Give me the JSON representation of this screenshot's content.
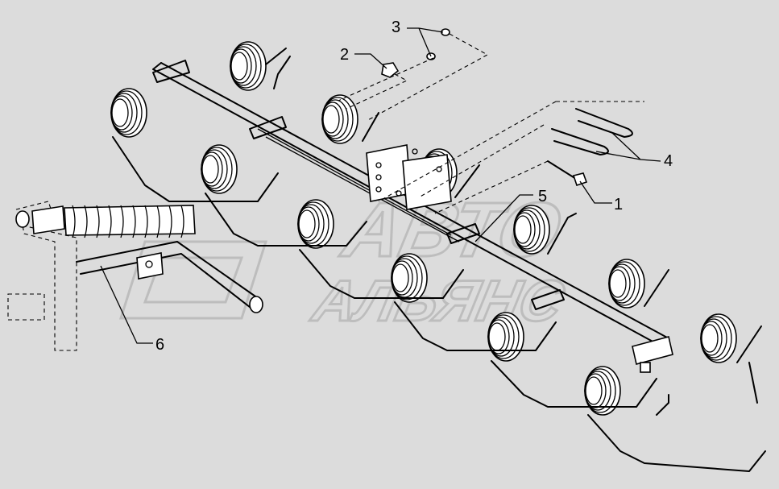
{
  "watermark": {
    "line1": "АВТО",
    "line2": "АЛЬЯНС"
  },
  "callouts": [
    {
      "id": "callout-1",
      "label": "1"
    },
    {
      "id": "callout-2",
      "label": "2"
    },
    {
      "id": "callout-3",
      "label": "3"
    },
    {
      "id": "callout-4",
      "label": "4"
    },
    {
      "id": "callout-5",
      "label": "5"
    },
    {
      "id": "callout-6",
      "label": "6"
    }
  ],
  "colors": {
    "background": "#dcdcdc",
    "line": "#000000",
    "watermark": "#bdbdbd"
  }
}
